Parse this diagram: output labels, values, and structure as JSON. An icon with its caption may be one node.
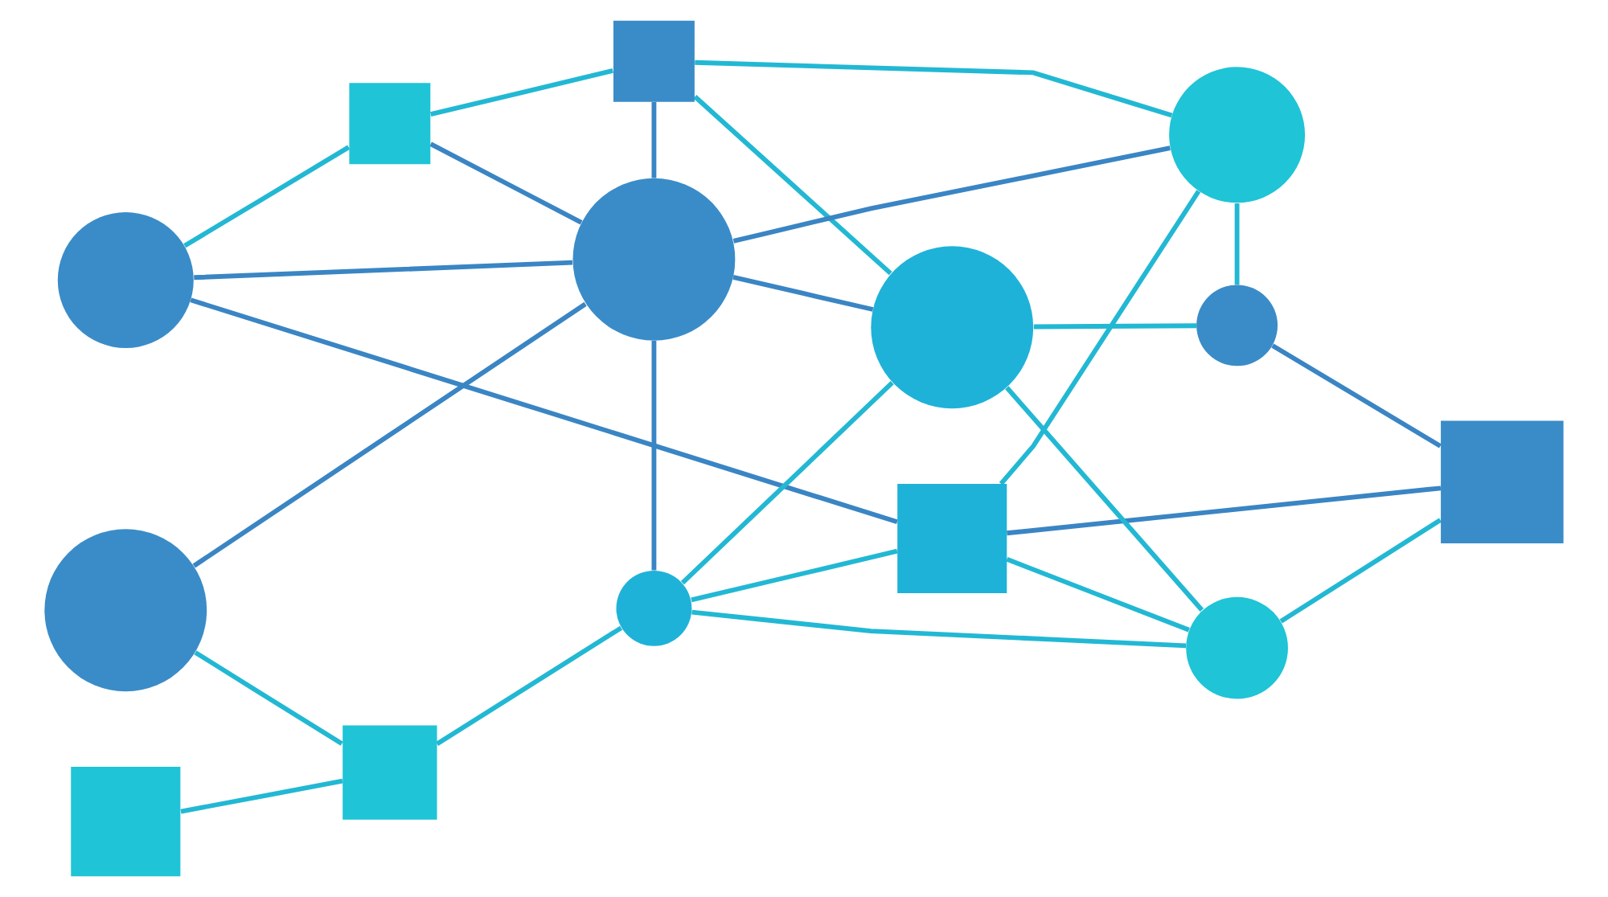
{
  "diagram": {
    "nodes": [
      {
        "text": [],
        "shape": "circle"
      },
      {
        "text": [],
        "shape": "box"
      },
      {
        "text": [],
        "shape": "circle"
      },
      {
        "text": [],
        "shape": "box"
      },
      {
        "text": [],
        "shape": "box"
      },
      {
        "text": [],
        "shape": "box"
      },
      {
        "text": [],
        "shape": "circle"
      },
      {
        "text": [],
        "shape": "box"
      },
      {
        "text": [],
        "shape": "circle"
      },
      {
        "text": [],
        "shape": "box"
      },
      {
        "text": [],
        "shape": "circle"
      },
      {
        "text": [],
        "shape": "circle"
      },
      {
        "text": [],
        "shape": "circle"
      },
      {
        "text": [],
        "shape": "circle"
      }
    ],
    "edges": [
      {
        "from": 0,
        "to": 4,
        "arrow": "none",
        "color": "#3a85c4"
      },
      {
        "from": 0,
        "to": 3,
        "arrow": "none"
      },
      {
        "from": 0,
        "to": 6,
        "arrow": "none",
        "color": "#3a85c4"
      },
      {
        "from": 11,
        "to": 6,
        "arrow": "none",
        "color": "#3a85c4"
      },
      {
        "from": 3,
        "to": 1,
        "arrow": "none"
      },
      {
        "from": 3,
        "to": 6,
        "arrow": "none",
        "color": "#3a85c4"
      },
      {
        "from": 1,
        "to": 2,
        "arrow": "none"
      },
      {
        "from": 1,
        "to": 6,
        "arrow": "none",
        "color": "#3a85c4"
      },
      {
        "from": 1,
        "to": 10,
        "arrow": "none"
      },
      {
        "from": 4,
        "to": 2,
        "arrow": "none"
      },
      {
        "from": 4,
        "to": 7,
        "arrow": "none",
        "color": "#3a85c4"
      },
      {
        "from": 4,
        "to": 12,
        "arrow": "none"
      },
      {
        "from": 4,
        "to": 13,
        "arrow": "none"
      },
      {
        "from": 5,
        "to": 9,
        "arrow": "none"
      },
      {
        "from": 6,
        "to": 2,
        "arrow": "none",
        "color": "#3a85c4"
      },
      {
        "from": 6,
        "to": 10,
        "arrow": "none",
        "color": "#3a85c4"
      },
      {
        "from": 6,
        "to": 12,
        "arrow": "none",
        "color": "#3a85c4"
      },
      {
        "from": 2,
        "to": 8,
        "arrow": "none"
      },
      {
        "from": 8,
        "to": 7,
        "arrow": "none",
        "color": "#3a85c4"
      },
      {
        "from": 8,
        "to": 10,
        "arrow": "none"
      },
      {
        "from": 7,
        "to": 13,
        "arrow": "none"
      },
      {
        "from": 10,
        "to": 13,
        "arrow": "none"
      },
      {
        "from": 10,
        "to": 12,
        "arrow": "none"
      },
      {
        "from": 12,
        "to": 13,
        "arrow": "none"
      },
      {
        "from": 9,
        "to": 11,
        "arrow": "none"
      },
      {
        "from": 9,
        "to": 12,
        "arrow": "none"
      }
    ]
  }
}
